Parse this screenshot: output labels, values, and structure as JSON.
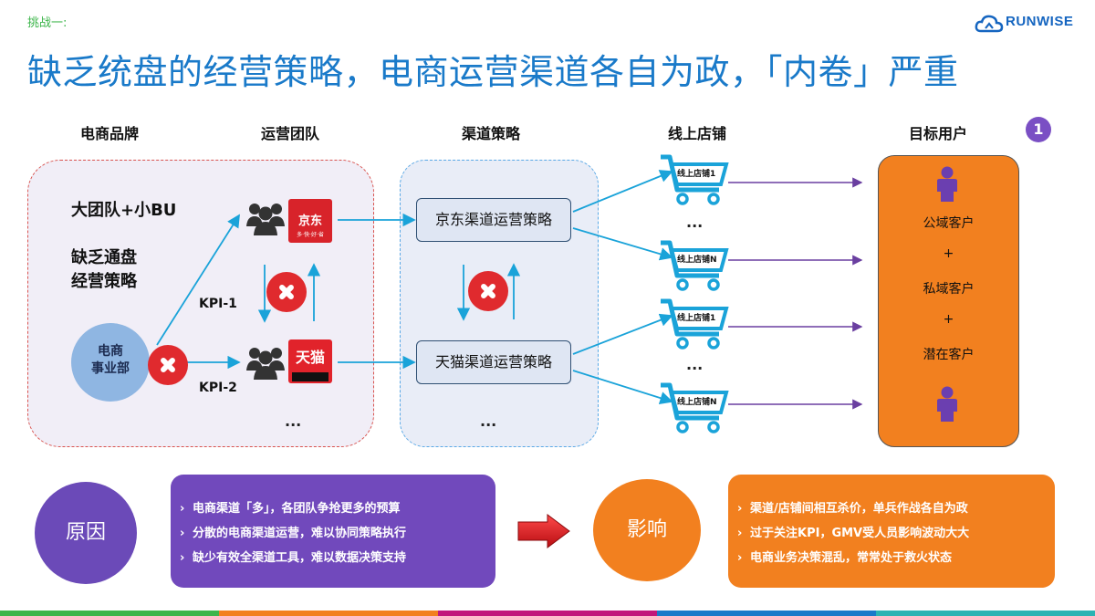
{
  "header": {
    "tag": "挑战一:",
    "title": "缺乏统盘的经营策略，电商运营渠道各自为政，「内卷」严重",
    "logo_text": "RUNWISE"
  },
  "columns": {
    "brand": "电商品牌",
    "team": "运营团队",
    "channel": "渠道策略",
    "stores": "线上店铺",
    "target": "目标用户"
  },
  "badge": "1",
  "brand": {
    "line1": "大团队+小BU",
    "line2": "缺乏通盘",
    "line3": "经营策略",
    "dept_line1": "电商",
    "dept_line2": "事业部",
    "kpi1": "KPI-1",
    "kpi2": "KPI-2",
    "ellipsis": "..."
  },
  "shops": {
    "jd_name": "京东",
    "jd_sub": "多·快·好·省",
    "tmall_name": "天猫"
  },
  "channel": {
    "jd_strategy": "京东渠道运营策略",
    "tmall_strategy": "天猫渠道运营策略",
    "ellipsis": "..."
  },
  "stores": {
    "store1": "线上店铺1",
    "storeN": "线上店铺N",
    "ellipsis": "..."
  },
  "target": {
    "public": "公域客户",
    "plus": "+",
    "private": "私域客户",
    "potential": "潜在客户"
  },
  "cause": {
    "title": "原因",
    "bullets": [
      "电商渠道「多」，各团队争抢更多的预算",
      "分散的电商渠道运营，难以协同策略执行",
      "缺少有效全渠道工具，难以数据决策支持"
    ]
  },
  "effect": {
    "title": "影响",
    "bullets": [
      "渠道/店铺间相互杀价，单兵作战各自为政",
      "过于关注KPI，GMV受人员影响波动大大",
      "电商业务决策混乱，常常处于救火状态"
    ]
  },
  "colors": {
    "title_blue": "#1a7ac9",
    "purple": "#7149bc",
    "orange": "#f2801f",
    "red": "#e02a2e",
    "cart_blue": "#1aa3d9",
    "arrow_purple": "#6a3fa0",
    "bottom_bar": [
      "#3cb54a",
      "#f2801f",
      "#c2187a",
      "#1a7ac9",
      "#2bb3b3"
    ]
  }
}
